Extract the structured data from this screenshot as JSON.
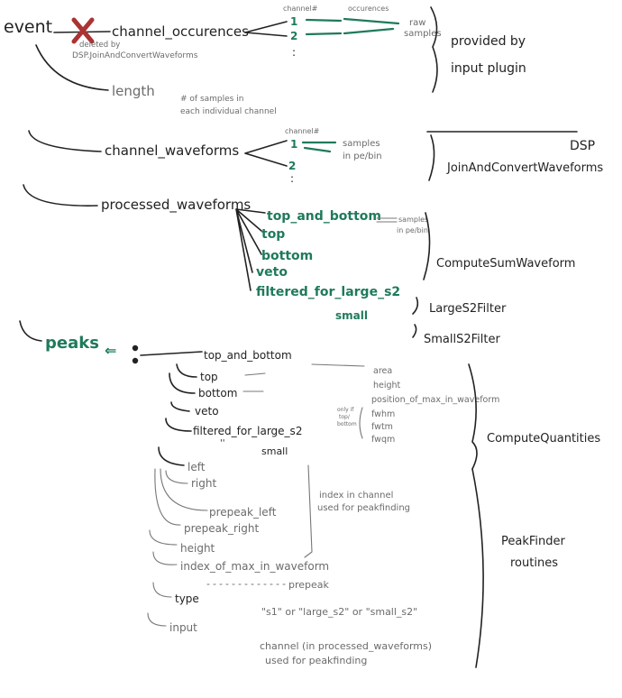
{
  "event": {
    "root": "event",
    "channel_occurences": "channel_occurences",
    "deleted_note_1": "deleted by",
    "deleted_note_2": "DSP.JoinAndConvertWaveforms",
    "channel_header": "channel#",
    "occurences_header": "occurences",
    "ch1": "1",
    "ch2": "2",
    "raw_samples_1": "raw",
    "raw_samples_2": "samples",
    "length": "length",
    "length_note_1": "# of samples in",
    "length_note_2": "each individual channel",
    "provided_1": "provided by",
    "provided_2": "input plugin"
  },
  "dsp": {
    "channel_waveforms": "channel_waveforms",
    "channel_header": "channel#",
    "ch1": "1",
    "ch2": "2",
    "samples_1": "samples",
    "samples_2": "in pe/bin",
    "label_1": "DSP",
    "label_2": "JoinAndConvertWaveforms"
  },
  "processed": {
    "processed_waveforms": "processed_waveforms",
    "items": [
      "top_and_bottom",
      "top",
      "bottom",
      "veto",
      "filtered_for_large_s2",
      "small"
    ],
    "samples_1": "samples",
    "samples_2": "in pe/bin",
    "compute_sum": "ComputeSumWaveform",
    "large_filter": "LargeS2Filter",
    "small_filter": "SmallS2Filter"
  },
  "peaks": {
    "peaks": "peaks",
    "channels": [
      "top_and_bottom",
      "top",
      "bottom",
      "veto",
      "filtered_for_large_s2",
      "small"
    ],
    "ditto": "''",
    "quantities": [
      "area",
      "height",
      "position_of_max_in_waveform",
      "fwhm",
      "fwtm",
      "fwqm"
    ],
    "only_side_note_1": "only if",
    "only_side_note_2": "top/",
    "only_side_note_3": "bottom",
    "compute_quantities": "ComputeQuantities",
    "fields": [
      "left",
      "right",
      "prepeak_left",
      "prepeak_right",
      "height",
      "index_of_max_in_waveform",
      "prepeak"
    ],
    "index_note_1": "index in channel",
    "index_note_2": "used for peakfinding",
    "type": "type",
    "type_values": "\"s1\" or \"large_s2\" or \"small_s2\"",
    "input": "input",
    "input_note_1": "channel (in processed_waveforms)",
    "input_note_2": "used for peakfinding",
    "peak_finder_1": "PeakFinder",
    "peak_finder_2": "routines"
  }
}
